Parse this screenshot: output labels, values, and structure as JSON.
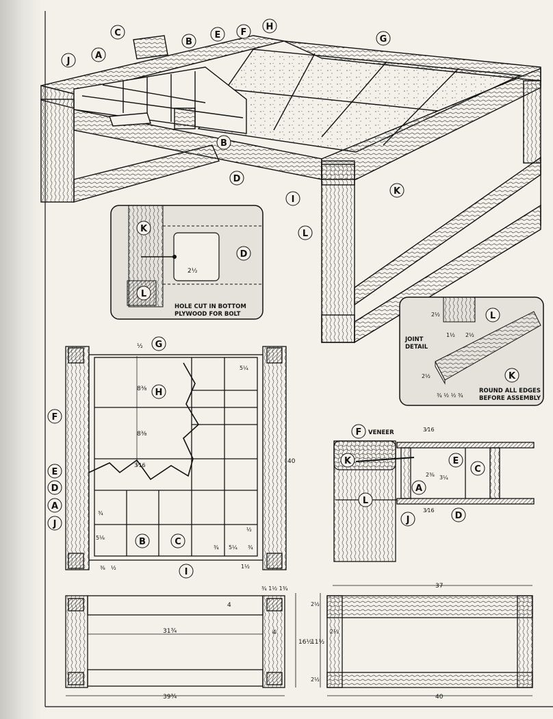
{
  "part_labels": {
    "A": "A",
    "B": "B",
    "C": "C",
    "D": "D",
    "E": "E",
    "F": "F",
    "G": "G",
    "H": "H",
    "I": "I",
    "J": "J",
    "K": "K",
    "L": "L"
  },
  "notes": {
    "hole_cut_line1": "HOLE CUT IN BOTTOM",
    "hole_cut_line2": "PLYWOOD FOR BOLT",
    "joint_detail_line1": "JOINT",
    "joint_detail_line2": "DETAIL",
    "round_edges_line1": "ROUND ALL EDGES",
    "round_edges_line2": "BEFORE ASSEMBLY",
    "veneer": "VENEER"
  },
  "dimensions": {
    "inset_2_half": "2½",
    "joint_2_half_a": "2½",
    "joint_1_half": "1½",
    "joint_2_half_b": "2½",
    "joint_2_half_c": "2½",
    "joint_small": "¾ ½ ½ ¾",
    "plan_half_top": "½",
    "plan_8_3_8_a": "8⅜",
    "plan_8_3_8_b": "8⅜",
    "plan_3_16": "3⁄16",
    "plan_5_1_4_top": "5¼",
    "plan_40": "40",
    "plan_3_4_a": "¾",
    "plan_5_1_8": "5⅛",
    "plan_half_right": "½",
    "plan_3_4_b": "¾",
    "plan_5_1_4_bottom": "5¼",
    "plan_3_4_c": "¾",
    "plan_3_8": "⅜",
    "plan_half_bottom": "½",
    "plan_1_half_bottom": "1½",
    "sec_3_16_top": "3⁄16",
    "sec_2_3_8": "2⅜",
    "sec_3_1_4": "3¼",
    "sec_3_16_bottom": "3⁄16",
    "front_top_marks": "¾ 1½ 1¾",
    "front_4_a": "4",
    "front_4_b": "4",
    "front_31_3_4": "31¾",
    "front_16_half": "16½",
    "front_39_3_4": "39¾",
    "side_37": "37",
    "side_2_half_top": "2½",
    "side_2_half_mid": "2½",
    "side_11_half": "11½",
    "side_2_half_bottom": "2½",
    "side_40": "40"
  },
  "colors": {
    "ink": "#111111",
    "paper": "#f3f1ea",
    "inset_fill": "#e4e2db"
  }
}
